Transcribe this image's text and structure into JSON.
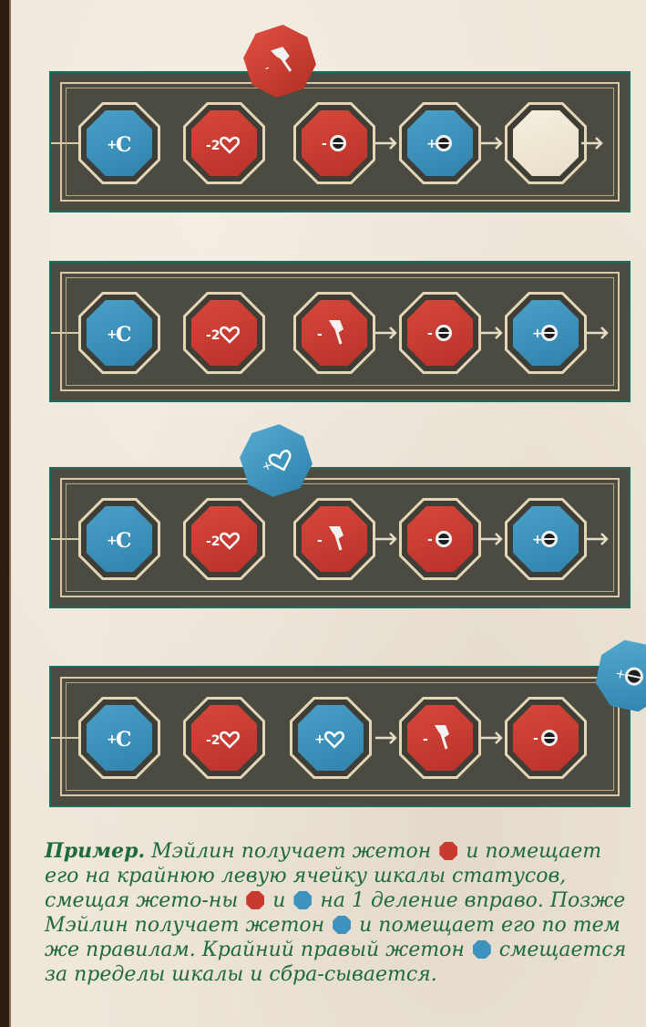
{
  "rows": [
    {
      "id": "row-1",
      "tokens": [
        {
          "color": "blue",
          "icon": "plus-c"
        },
        {
          "color": "red",
          "icon": "minus-2-heart"
        },
        {
          "color": "red",
          "icon": "minus-dot"
        },
        {
          "color": "blue",
          "icon": "plus-dot"
        },
        {
          "color": "cream",
          "icon": "empty"
        }
      ]
    },
    {
      "id": "row-2",
      "tokens": [
        {
          "color": "blue",
          "icon": "plus-c"
        },
        {
          "color": "red",
          "icon": "minus-2-heart"
        },
        {
          "color": "red",
          "icon": "minus-axe"
        },
        {
          "color": "red",
          "icon": "minus-dot"
        },
        {
          "color": "blue",
          "icon": "plus-dot"
        }
      ]
    },
    {
      "id": "row-3",
      "tokens": [
        {
          "color": "blue",
          "icon": "plus-c"
        },
        {
          "color": "red",
          "icon": "minus-2-heart"
        },
        {
          "color": "red",
          "icon": "minus-axe"
        },
        {
          "color": "red",
          "icon": "minus-dot"
        },
        {
          "color": "blue",
          "icon": "plus-dot"
        }
      ]
    },
    {
      "id": "row-4",
      "tokens": [
        {
          "color": "blue",
          "icon": "plus-c"
        },
        {
          "color": "red",
          "icon": "minus-2-heart"
        },
        {
          "color": "blue",
          "icon": "plus-heart"
        },
        {
          "color": "red",
          "icon": "minus-axe"
        },
        {
          "color": "red",
          "icon": "minus-dot"
        }
      ]
    }
  ],
  "floating": [
    {
      "color": "red",
      "icon": "minus-axe"
    },
    {
      "color": "blue",
      "icon": "plus-heart"
    },
    {
      "color": "blue",
      "icon": "plus-dot"
    }
  ],
  "caption": {
    "lead": "Пример.",
    "text_1": " Мэйлин получает жетон ",
    "text_2": " и помещает его на крайнюю левую ячейку шкалы статусов, смещая жето-ны ",
    "text_3": " и ",
    "text_4": " на 1 деление вправо. Позже Мэйлин получает жетон ",
    "text_5": " и помещает его по тем же правилам. Крайний правый жетон ",
    "text_6": " смещается за пределы шкалы и сбра-сывается."
  },
  "colors": {
    "caption": "#1f6b3b",
    "blue": "#3d93bd",
    "red": "#c83a2f",
    "frame": "#4b4b42",
    "frame_border": "#1e6b5b"
  }
}
